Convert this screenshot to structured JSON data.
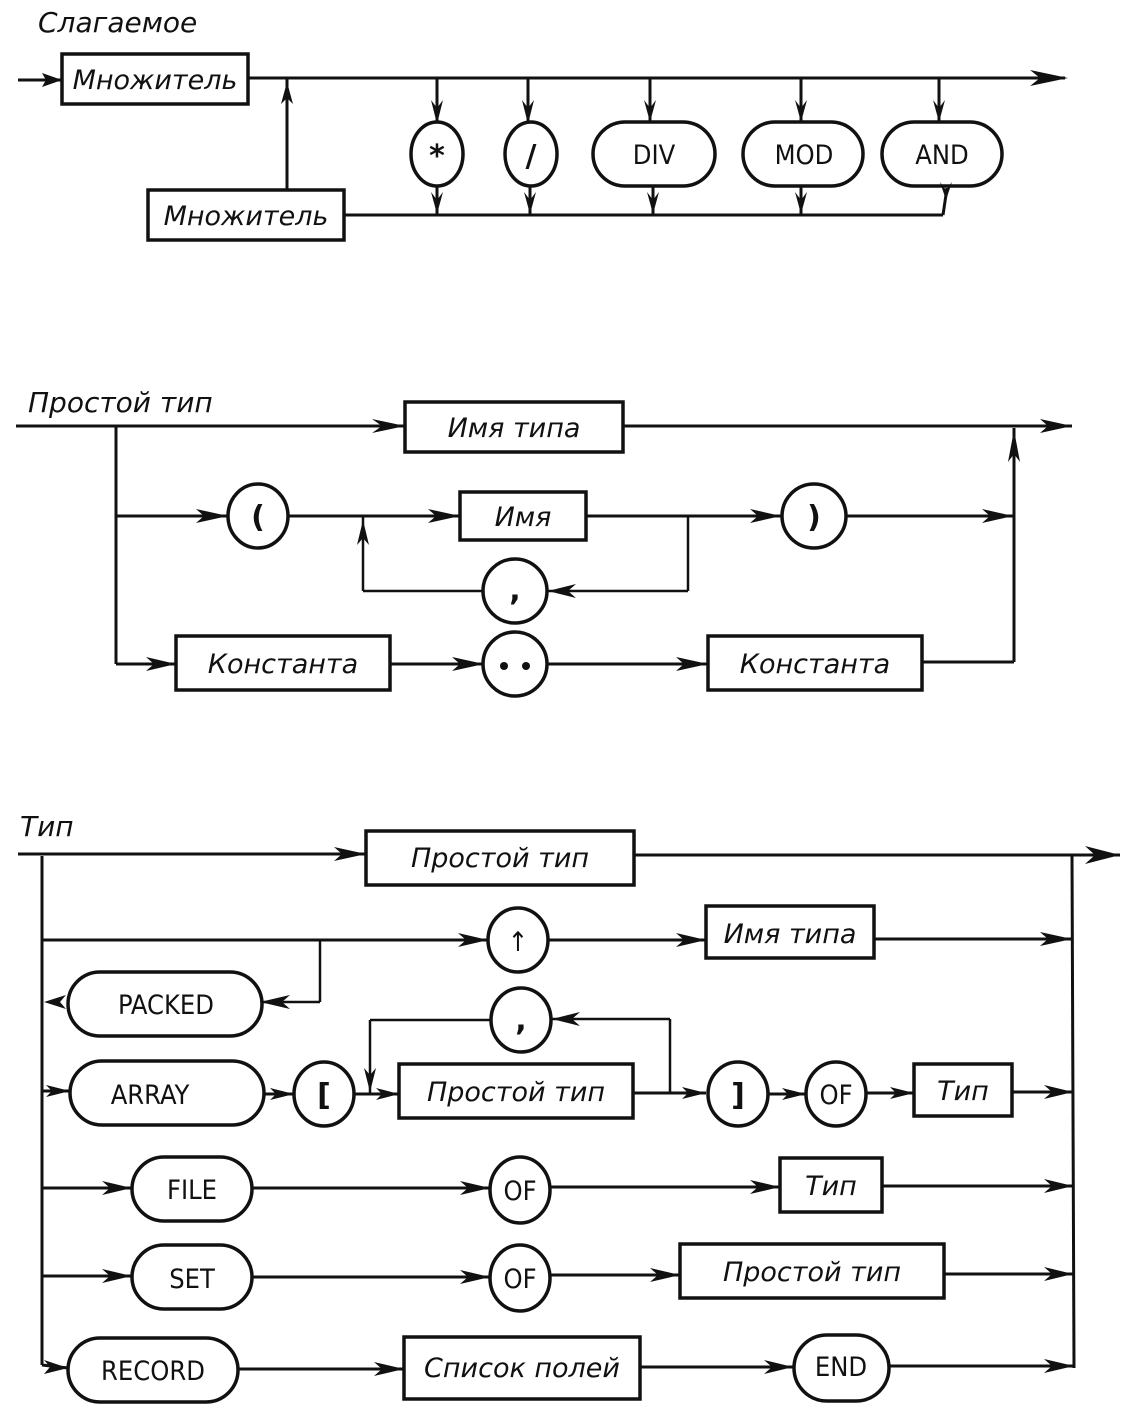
{
  "diagrams": {
    "term": {
      "title": "Слагаемое",
      "factor_top": "Множитель",
      "factor_bottom": "Множитель",
      "ops": [
        "*",
        "/",
        "DIV",
        "MOD",
        "AND"
      ]
    },
    "simple_type": {
      "title": "Простой тип",
      "type_name": "Имя типа",
      "lparen": "(",
      "name": "Имя",
      "comma": ",",
      "rparen": ")",
      "const1": "Константа",
      "dotdot": "..",
      "const2": "Константа"
    },
    "type": {
      "title": "Тип",
      "simple_type": "Простой тип",
      "pointer": "↑",
      "type_name": "Имя типа",
      "packed": "PACKED",
      "comma": ",",
      "array": "ARRAY",
      "lbracket": "[",
      "array_index": "Простой тип",
      "rbracket": "]",
      "array_of": "OF",
      "array_elem": "Тип",
      "file": "FILE",
      "file_of": "OF",
      "file_elem": "Тип",
      "set": "SET",
      "set_of": "OF",
      "set_elem": "Простой тип",
      "record": "RECORD",
      "field_list": "Список полей",
      "end": "END"
    }
  }
}
